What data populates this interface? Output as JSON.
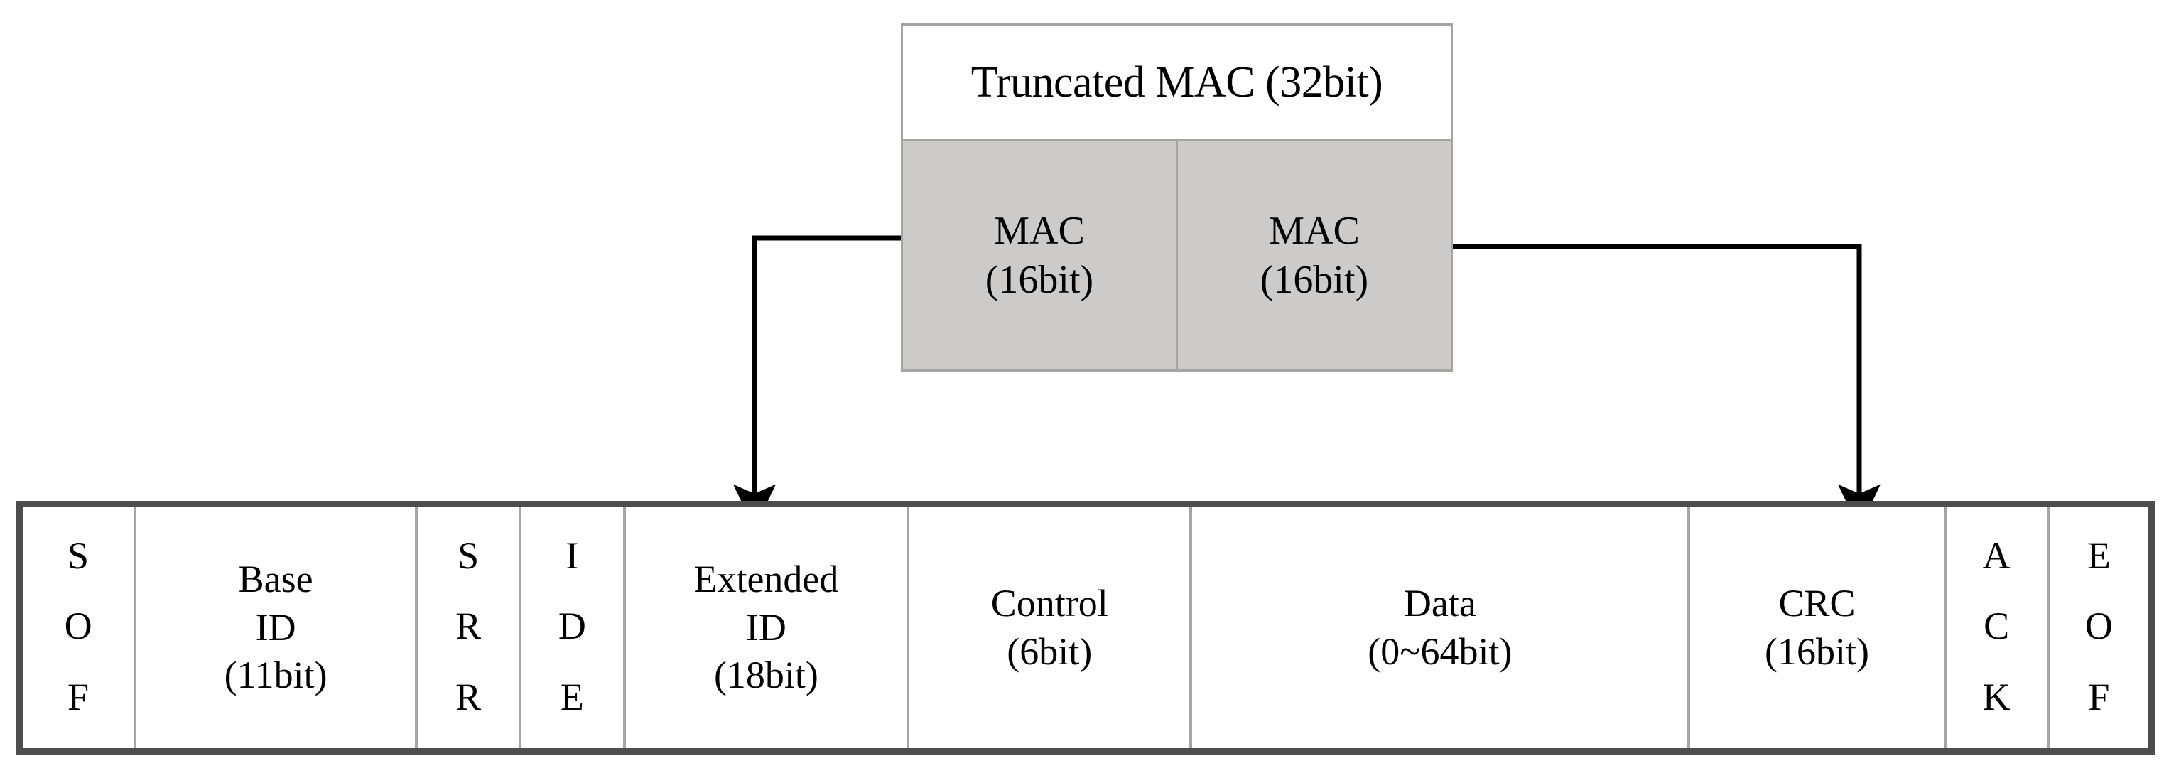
{
  "diagram": {
    "title_block": {
      "header_label": "Truncated MAC (32bit)",
      "cells": [
        {
          "name": "MAC",
          "size": "(16bit)"
        },
        {
          "name": "MAC",
          "size": "(16bit)"
        }
      ]
    },
    "can_frame": {
      "fields": [
        {
          "id": "sof",
          "orientation": "vertical",
          "letters": [
            "S",
            "O",
            "F"
          ],
          "label": "SOF",
          "size": ""
        },
        {
          "id": "base-id",
          "orientation": "horizontal",
          "lines": [
            "Base",
            "ID",
            "(11bit)"
          ],
          "label": "Base ID",
          "size": "(11bit)"
        },
        {
          "id": "srr",
          "orientation": "vertical",
          "letters": [
            "S",
            "R",
            "R"
          ],
          "label": "SRR",
          "size": ""
        },
        {
          "id": "ide",
          "orientation": "vertical",
          "letters": [
            "I",
            "D",
            "E"
          ],
          "label": "IDE",
          "size": ""
        },
        {
          "id": "extended-id",
          "orientation": "horizontal",
          "lines": [
            "Extended",
            "ID",
            "(18bit)"
          ],
          "label": "Extended ID",
          "size": "(18bit)"
        },
        {
          "id": "control",
          "orientation": "horizontal",
          "lines": [
            "Control",
            "(6bit)"
          ],
          "label": "Control",
          "size": "(6bit)"
        },
        {
          "id": "data",
          "orientation": "horizontal",
          "lines": [
            "Data",
            "(0~64bit)"
          ],
          "label": "Data",
          "size": "(0~64bit)"
        },
        {
          "id": "crc",
          "orientation": "horizontal",
          "lines": [
            "CRC",
            "(16bit)"
          ],
          "label": "CRC",
          "size": "(16bit)"
        },
        {
          "id": "ack",
          "orientation": "vertical",
          "letters": [
            "A",
            "C",
            "K"
          ],
          "label": "ACK",
          "size": ""
        },
        {
          "id": "eof",
          "orientation": "vertical",
          "letters": [
            "E",
            "O",
            "F"
          ],
          "label": "EOF",
          "size": ""
        }
      ]
    },
    "connectors": [
      {
        "id": "mac-to-extended-id",
        "from": "mac-cell-left",
        "to": "extended-id"
      },
      {
        "id": "mac-to-crc",
        "from": "mac-cell-right",
        "to": "crc"
      }
    ],
    "colors": {
      "mac_cell_fill": "#cdcaca",
      "mac_border": "#a6a3a3",
      "frame_outer_border": "#4d4d4d",
      "frame_inner_divider": "#a6a3a3",
      "arrow": "#000000",
      "background": "#ffffff",
      "text": "#000000"
    }
  }
}
